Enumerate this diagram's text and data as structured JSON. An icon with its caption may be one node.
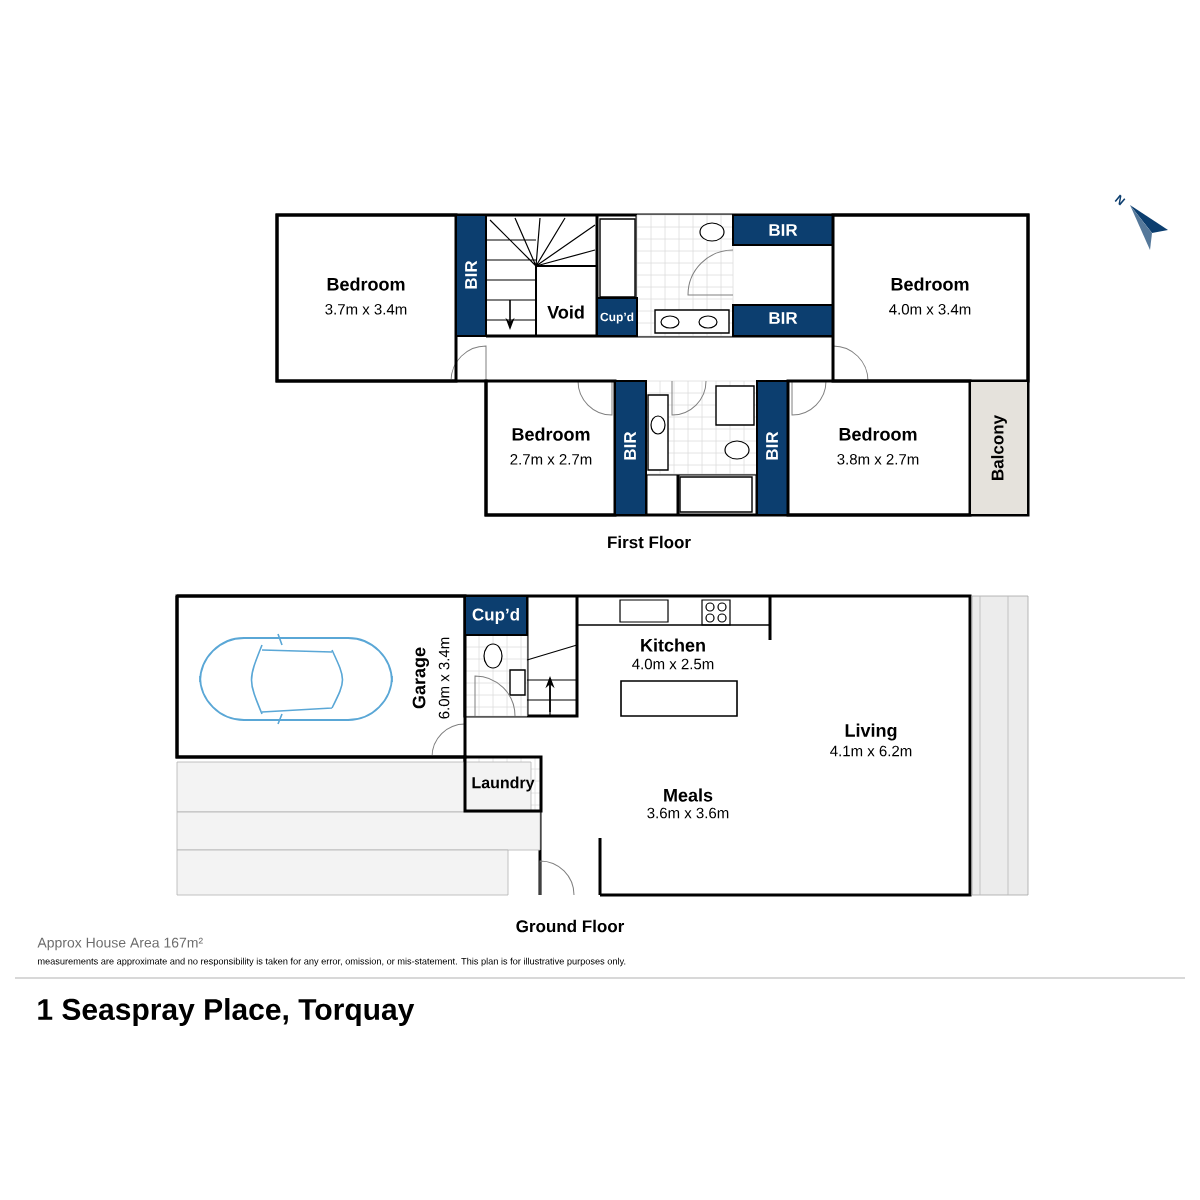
{
  "diagram": {
    "title": "1 Seaspray Place, Torquay",
    "nodes": [
      {
        "text": [
          "Bedroom",
          "3.7m x 3.4m"
        ]
      },
      {
        "text": [
          "BIR"
        ]
      },
      {
        "text": [
          "Void"
        ]
      },
      {
        "text": [
          "Cup’d"
        ]
      },
      {
        "text": [
          "BIR"
        ]
      },
      {
        "text": [
          "BIR"
        ]
      },
      {
        "text": [
          "Bedroom",
          "4.0m x 3.4m"
        ]
      },
      {
        "text": [
          "Bedroom",
          "2.7m x 2.7m"
        ]
      },
      {
        "text": [
          "BIR"
        ]
      },
      {
        "text": [
          "BIR"
        ]
      },
      {
        "text": [
          "Bedroom",
          "3.8m x 2.7m"
        ]
      },
      {
        "text": [
          "Balcony"
        ]
      },
      {
        "text": [
          "Garage",
          "6.0m x 3.4m"
        ]
      },
      {
        "text": [
          "Cup’d"
        ]
      },
      {
        "text": [
          "Laundry"
        ]
      }
    ],
    "labels": [
      "N",
      "First Floor",
      "Kitchen",
      "4.0m x 2.5m",
      "Living",
      "4.1m x 6.2m",
      "Meals",
      "3.6m x 3.6m",
      "Ground Floor",
      "Approx House Area 167m²",
      "measurements are approximate and no responsibility is taken for any error, omission, or mis-statement. This plan is for illustrative purposes only."
    ]
  }
}
